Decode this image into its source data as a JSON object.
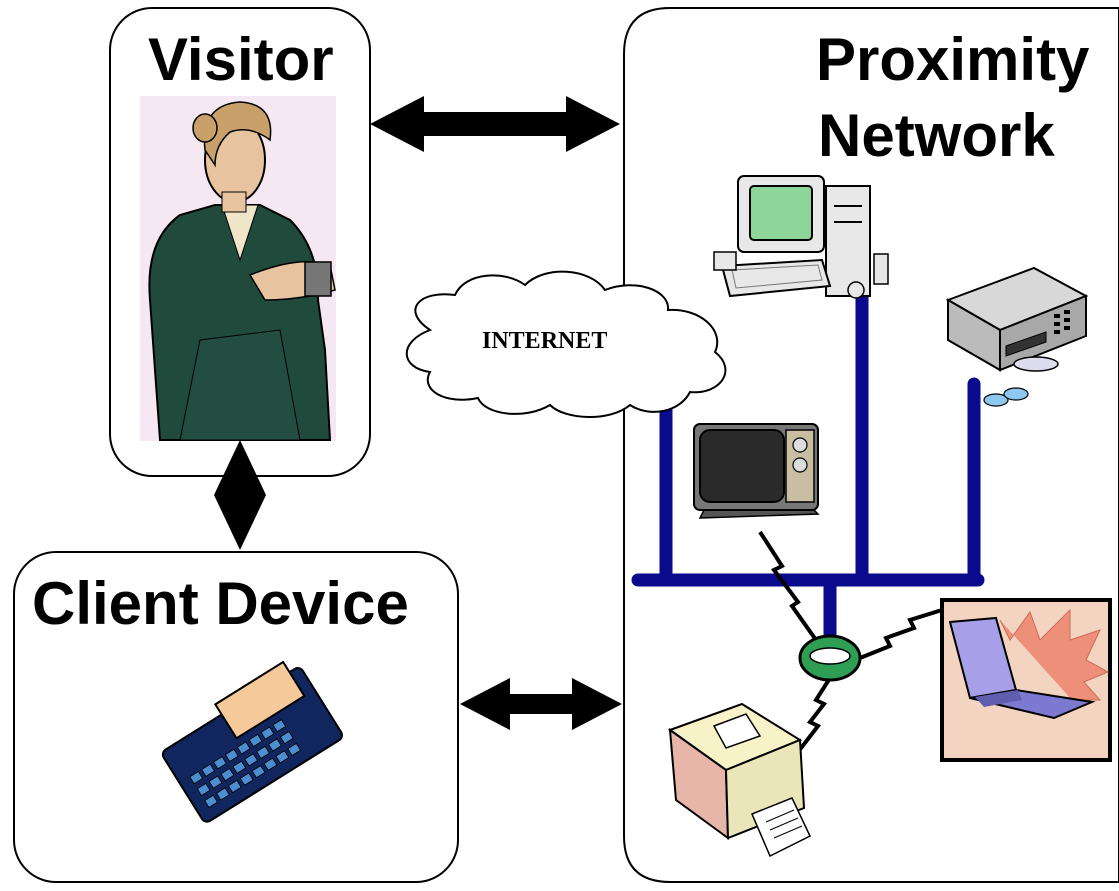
{
  "boxes": {
    "visitor": {
      "label": "Visitor"
    },
    "client_device": {
      "label": "Client Device"
    },
    "proximity_network": {
      "line1": "Proximity",
      "line2": "Network"
    }
  },
  "cloud": {
    "label": "INTERNET"
  },
  "colors": {
    "network_bus": "#0a0a8c",
    "arrow": "#000000",
    "box_border": "#000000",
    "hub": "#2e9e55"
  },
  "icons": {
    "visitor_photo": "businesswoman-icon",
    "client_device": "handheld-pda-icon",
    "desktop_computer": "desktop-computer-icon",
    "cd_player": "cd-player-icon",
    "television": "television-icon",
    "laptop": "laptop-icon",
    "printer": "printer-icon",
    "wireless_hub": "wireless-hub-icon"
  }
}
